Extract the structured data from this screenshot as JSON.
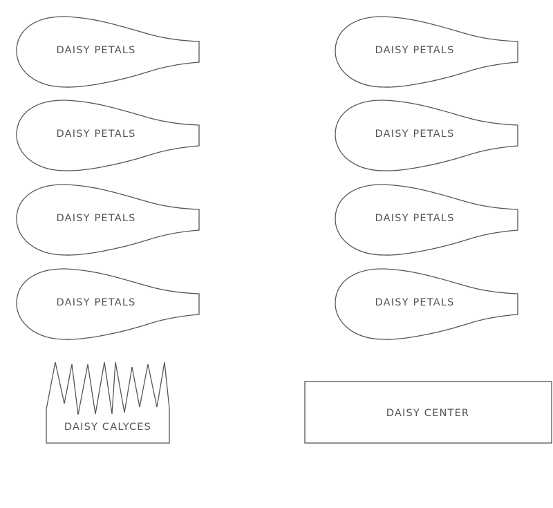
{
  "template": {
    "petals": [
      {
        "label": "DAISY PETALS"
      },
      {
        "label": "DAISY PETALS"
      },
      {
        "label": "DAISY PETALS"
      },
      {
        "label": "DAISY PETALS"
      },
      {
        "label": "DAISY PETALS"
      },
      {
        "label": "DAISY PETALS"
      },
      {
        "label": "DAISY PETALS"
      },
      {
        "label": "DAISY PETALS"
      }
    ],
    "calyces": {
      "label": "DAISY CALYCES"
    },
    "center": {
      "label": "DAISY CENTER"
    }
  },
  "colors": {
    "outline": "#555555",
    "text": "#555555",
    "background": "#ffffff"
  }
}
